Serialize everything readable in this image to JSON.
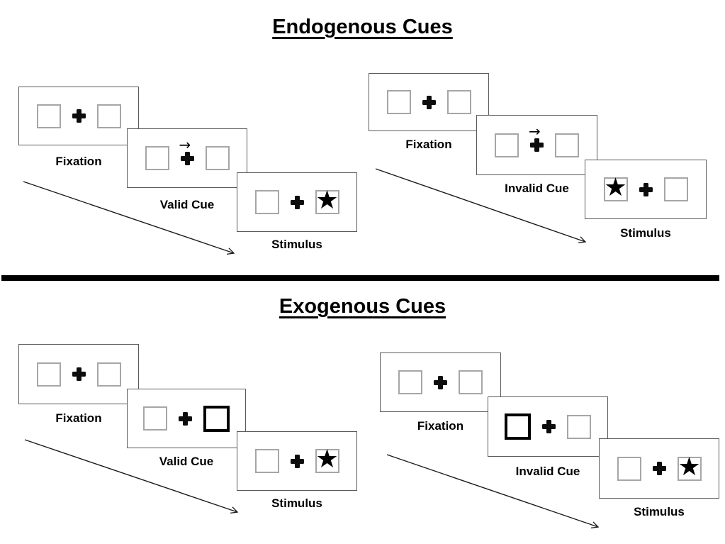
{
  "colors": {
    "background": "#ffffff",
    "panel_border": "#595959",
    "box_border": "#a6a6a6",
    "highlight_border": "#000000",
    "ink": "#000000"
  },
  "icons": {
    "star": "★",
    "cue_arrow": "→"
  },
  "divider": {
    "present": true
  },
  "sections": [
    {
      "title": "Endogenous Cues",
      "sequences": [
        {
          "name": "valid",
          "frames": [
            {
              "label": "Fixation"
            },
            {
              "label": "Valid Cue",
              "cue": "arrow pointing right above fixation cross"
            },
            {
              "label": "Stimulus",
              "target": "star in right box"
            }
          ]
        },
        {
          "name": "invalid",
          "frames": [
            {
              "label": "Fixation"
            },
            {
              "label": "Invalid Cue",
              "cue": "arrow pointing right above fixation cross"
            },
            {
              "label": "Stimulus",
              "target": "star in left box"
            }
          ]
        }
      ]
    },
    {
      "title": "Exogenous Cues",
      "sequences": [
        {
          "name": "valid",
          "frames": [
            {
              "label": "Fixation"
            },
            {
              "label": "Valid Cue",
              "cue": "right box thick black border"
            },
            {
              "label": "Stimulus",
              "target": "star in right box"
            }
          ]
        },
        {
          "name": "invalid",
          "frames": [
            {
              "label": "Fixation"
            },
            {
              "label": "Invalid Cue",
              "cue": "left box thick black border"
            },
            {
              "label": "Stimulus",
              "target": "star in right box"
            }
          ]
        }
      ]
    }
  ]
}
